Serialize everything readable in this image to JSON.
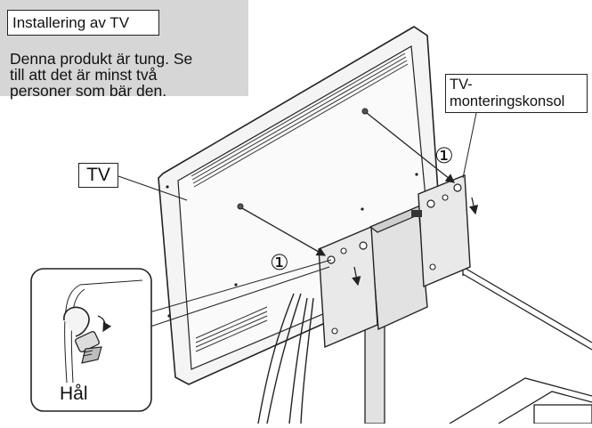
{
  "info_box": {
    "title": "Installering av TV",
    "body_lines": [
      "Denna produkt är tung. Se",
      "till att det är minst två",
      "personer som bär den."
    ]
  },
  "labels": {
    "tv": "TV",
    "bracket_line1": "TV-",
    "bracket_line2": "monteringskonsol",
    "hole": "Hål"
  },
  "step_markers": [
    "①",
    "①"
  ],
  "colors": {
    "info_panel": "#d6d6d6",
    "line": "#222222",
    "tv_frame": "#f4f4f4",
    "tv_panel": "#fafafa",
    "metal": "#e2e2e2"
  },
  "icons": [
    "screw-icon",
    "arrow-icon",
    "hole-icon"
  ]
}
